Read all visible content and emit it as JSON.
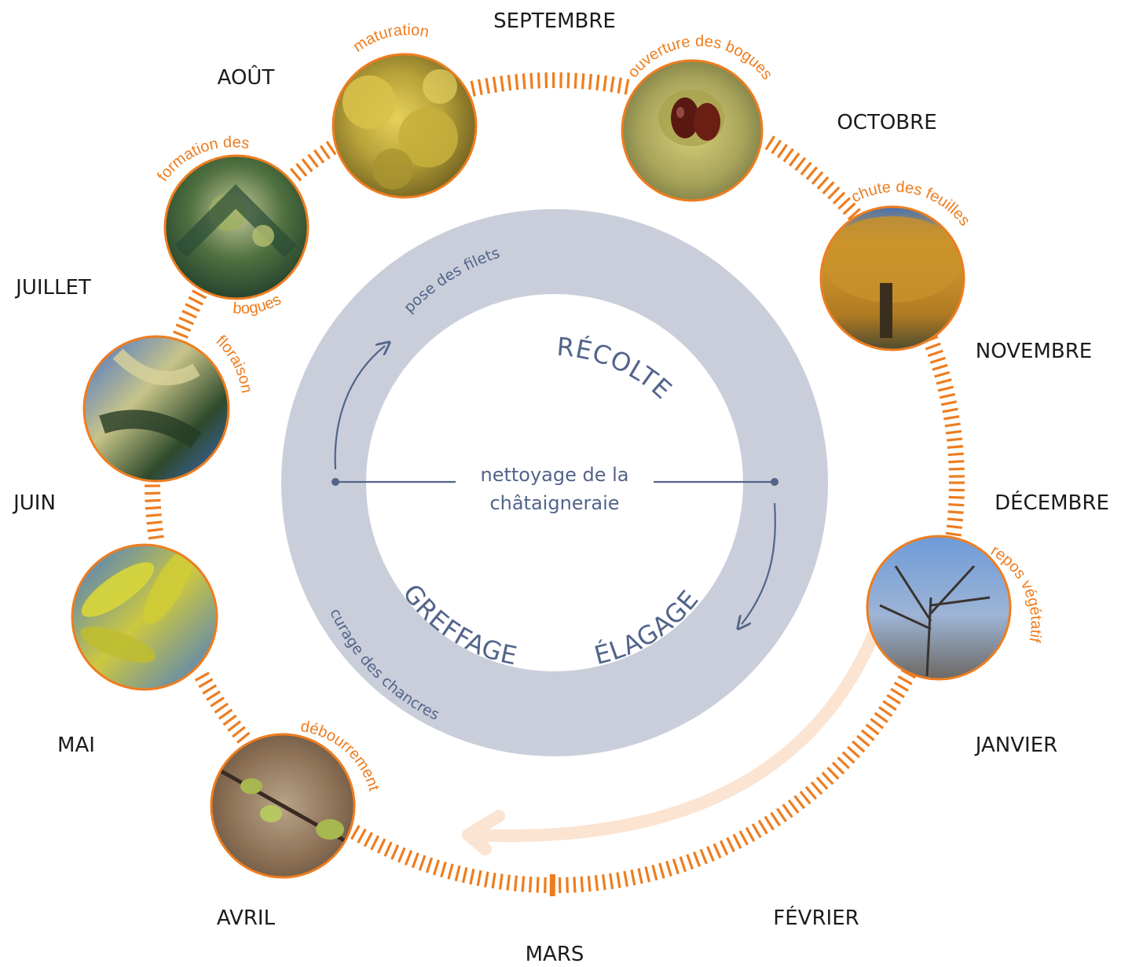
{
  "months": {
    "septembre": "SEPTEMBRE",
    "aout": "AOÛT",
    "octobre": "OCTOBRE",
    "juillet": "JUILLET",
    "novembre": "NOVEMBRE",
    "juin": "JUIN",
    "decembre": "DÉCEMBRE",
    "mai": "MAI",
    "janvier": "JANVIER",
    "avril": "AVRIL",
    "fevrier": "FÉVRIER",
    "mars": "MARS"
  },
  "stages": {
    "maturation": "maturation",
    "ouverture": "ouverture des bogues",
    "formation_1": "formation des",
    "formation_2": "bogues",
    "chute": "chute des feuilles",
    "floraison": "floraison",
    "repos": "repos végétatif",
    "debourrement": "débourrement"
  },
  "tasks": {
    "pose": "pose des filets",
    "recolte": "RÉCOLTE",
    "center_line1": "nettoyage de la",
    "center_line2": "châtaigneraie",
    "greffage": "GREFFAGE",
    "elagage": "ÉLAGAGE",
    "curage": "curage des chancres"
  },
  "colors": {
    "accent": "#ee7d1f",
    "ring": "#c9ceda",
    "text_blue": "#52648a",
    "return_arrow": "#fbe4d2"
  },
  "photos": [
    {
      "name": "maturation-photo",
      "subject": "green spiny burrs"
    },
    {
      "name": "ouverture-photo",
      "subject": "open burr with chestnuts"
    },
    {
      "name": "formation-photo",
      "subject": "flowers and young burrs"
    },
    {
      "name": "chute-photo",
      "subject": "golden autumn tree"
    },
    {
      "name": "floraison-photo",
      "subject": "catkins in bloom"
    },
    {
      "name": "repos-photo",
      "subject": "bare winter tree"
    },
    {
      "name": "feuillaison-photo",
      "subject": "young leaves against sky"
    },
    {
      "name": "debourrement-photo",
      "subject": "opening buds on twig"
    }
  ]
}
